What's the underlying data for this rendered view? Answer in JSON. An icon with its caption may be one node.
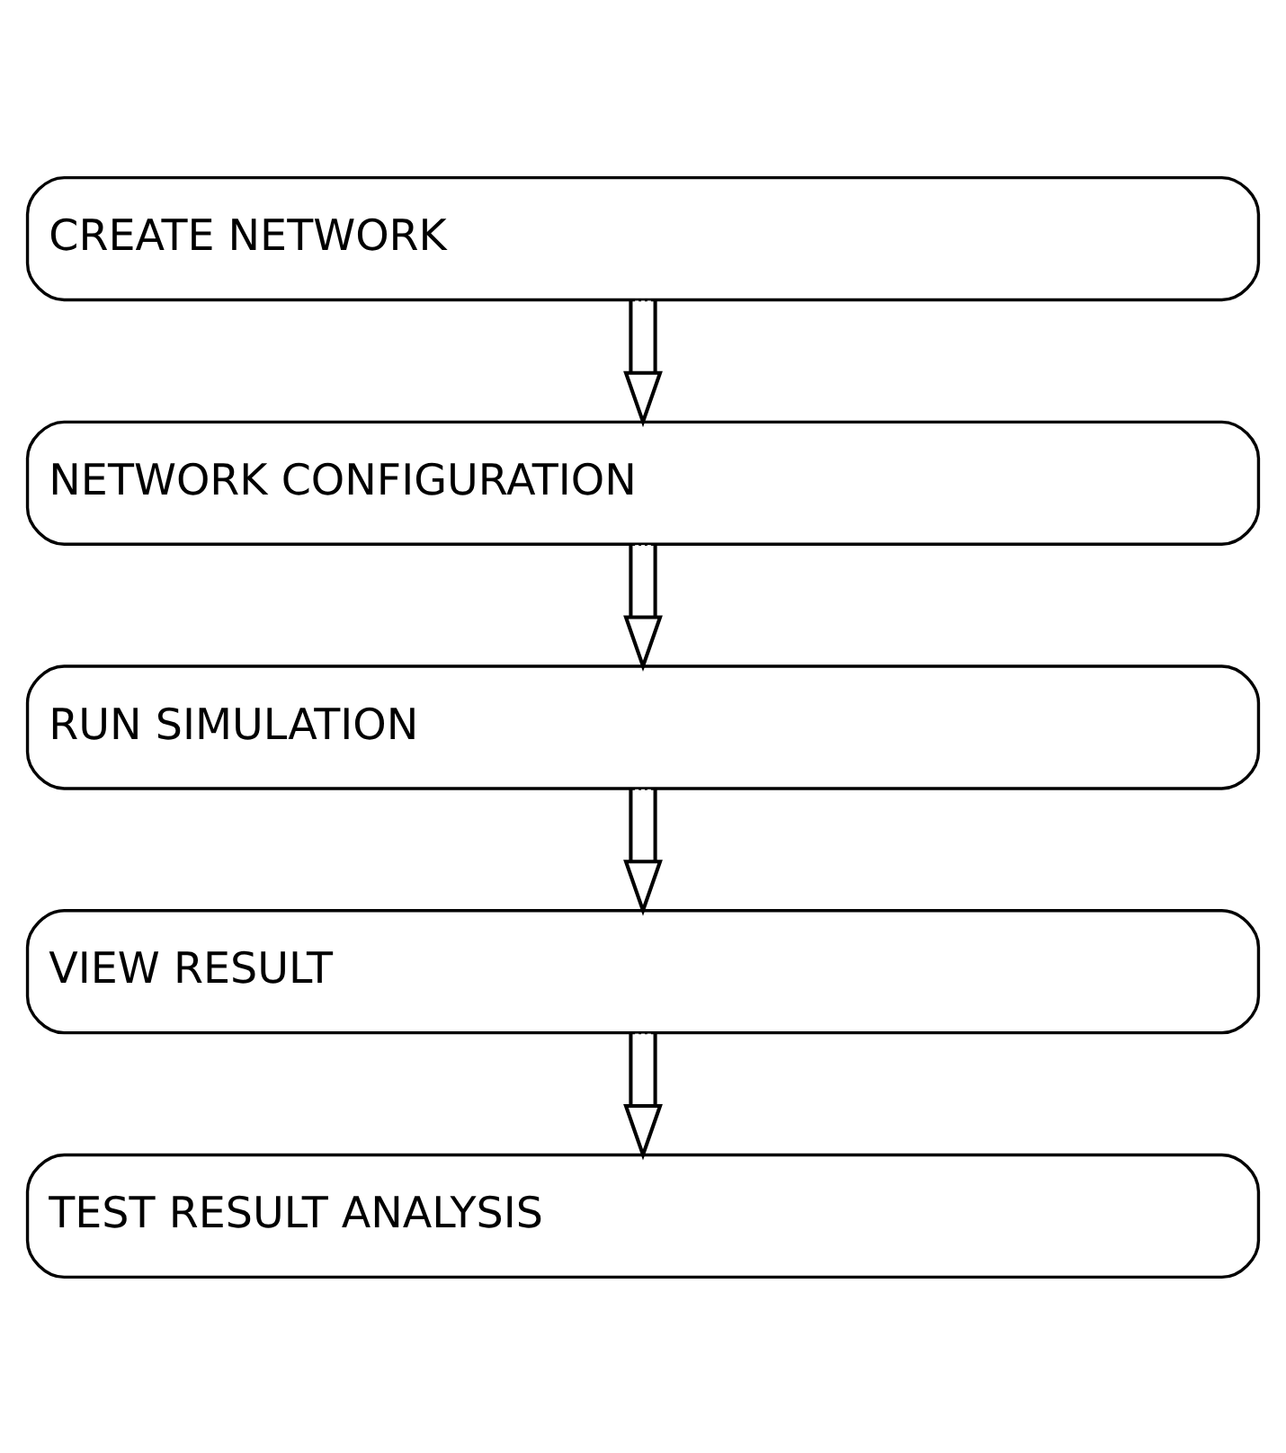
{
  "diagram": {
    "nodes": [
      {
        "text": [
          "CREATE NETWORK"
        ]
      },
      {
        "text": [
          "NETWORK CONFIGURATION"
        ]
      },
      {
        "text": [
          "RUN SIMULATION"
        ]
      },
      {
        "text": [
          "VIEW RESULT"
        ]
      },
      {
        "text": [
          "TEST RESULT ANALYSIS"
        ]
      }
    ],
    "edges": [
      {
        "from": 0,
        "to": 1,
        "arrow": "to"
      },
      {
        "from": 1,
        "to": 2,
        "arrow": "to"
      },
      {
        "from": 2,
        "to": 3,
        "arrow": "to"
      },
      {
        "from": 3,
        "to": 4,
        "arrow": "to"
      }
    ]
  }
}
